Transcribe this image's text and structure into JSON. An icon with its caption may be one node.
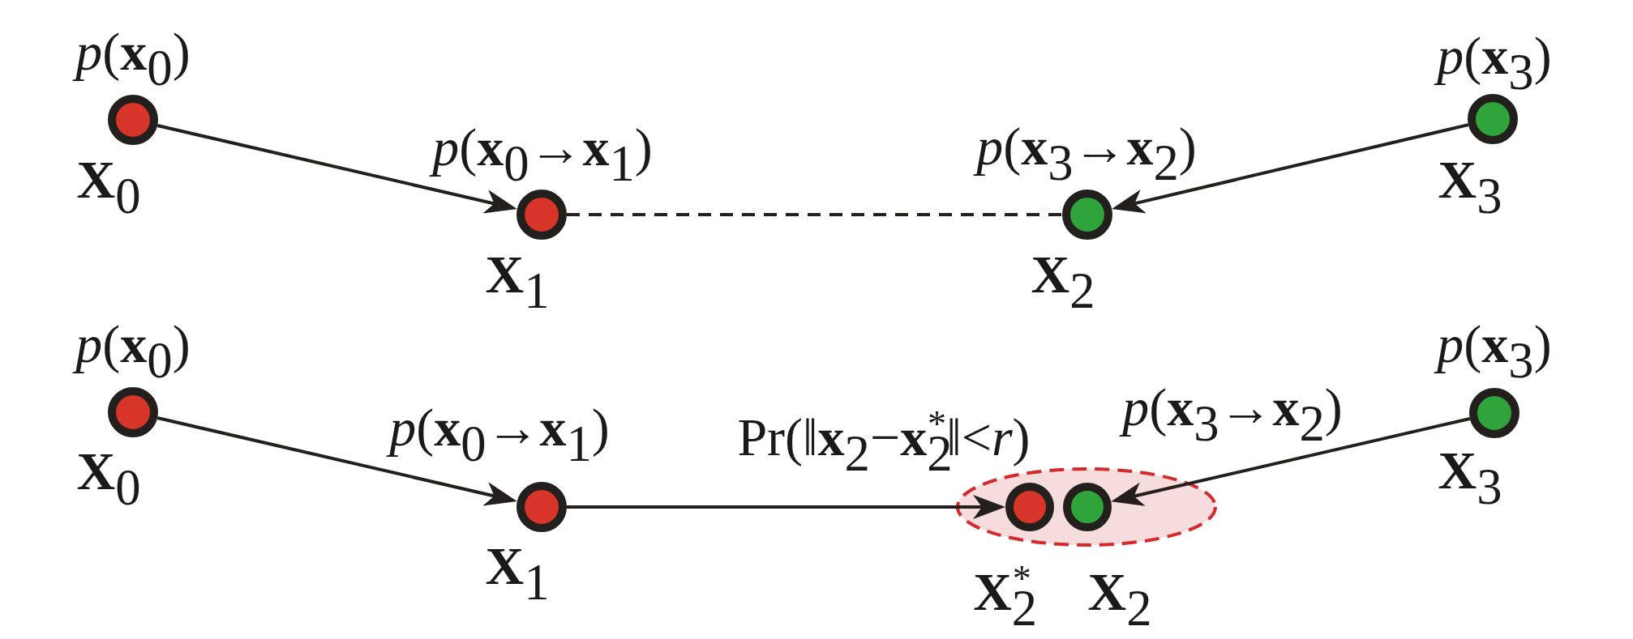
{
  "diagram": {
    "nodes": [
      {
        "text": [],
        "shape": "circle",
        "beside": [
          "*p*(**x**$_{0}$)",
          "**X**$_{0}$"
        ]
      },
      {
        "text": [],
        "shape": "circle",
        "beside": [
          "**X**$_{1}$"
        ]
      },
      {
        "text": [],
        "shape": "circle",
        "beside": [
          "**X**$_{2}$"
        ]
      },
      {
        "text": [],
        "shape": "circle",
        "beside": [
          "*p*(**x**$_{3}$)",
          "**X**$_{3}$"
        ]
      },
      {
        "text": [],
        "shape": "circle",
        "beside": [
          "*p*(**x**$_{0}$)",
          "**X**$_{0}$"
        ]
      },
      {
        "text": [],
        "shape": "circle",
        "beside": [
          "**X**$_{1}$"
        ]
      },
      {
        "text": [],
        "shape": "ellipse",
        "beside": [
          "Pr(‖**x**$_{2}$−**x**$_{2}$$^{*}$‖<*r*)"
        ]
      },
      {
        "text": [],
        "shape": "circle",
        "in": 6,
        "beside": [
          "**X**$_{2}$$^{*}$"
        ]
      },
      {
        "text": [],
        "shape": "circle",
        "in": 6,
        "beside": [
          "**X**$_{2}$"
        ]
      },
      {
        "text": [],
        "shape": "circle",
        "beside": [
          "*p*(**x**$_{3}$)",
          "**X**$_{3}$"
        ]
      }
    ],
    "edges": [
      {
        "from": 0,
        "to": 1,
        "arrow": "to",
        "label": "*p*(**x**$_{0}$→**x**$_{1}$)"
      },
      {
        "from": 1,
        "to": 2,
        "arrow": "none",
        "style": "dashed"
      },
      {
        "from": 3,
        "to": 2,
        "arrow": "to",
        "label": "*p*(**x**$_{3}$→**x**$_{2}$)"
      },
      {
        "from": 4,
        "to": 5,
        "arrow": "to",
        "label": "*p*(**x**$_{0}$→**x**$_{1}$)"
      },
      {
        "from": 5,
        "to": 7,
        "arrow": "to"
      },
      {
        "from": 9,
        "to": 8,
        "arrow": "to",
        "label": "*p*(**x**$_{3}$→**x**$_{2}$)"
      }
    ]
  }
}
